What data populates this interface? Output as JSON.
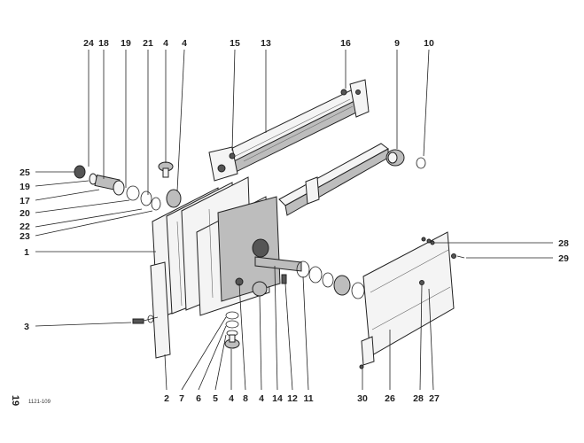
{
  "diagram": {
    "doc_code": "1121-109",
    "page_number": "19",
    "callouts_top": [
      "24",
      "18",
      "19",
      "21",
      "4",
      "4",
      "15",
      "13",
      "16",
      "9",
      "10"
    ],
    "callouts_left": [
      "25",
      "19",
      "17",
      "20",
      "22",
      "23",
      "1",
      "3"
    ],
    "callouts_right": [
      "28",
      "29"
    ],
    "callouts_bottom": [
      "2",
      "7",
      "6",
      "5",
      "4",
      "8",
      "4",
      "14",
      "12",
      "11",
      "30",
      "26",
      "28",
      "27"
    ]
  }
}
